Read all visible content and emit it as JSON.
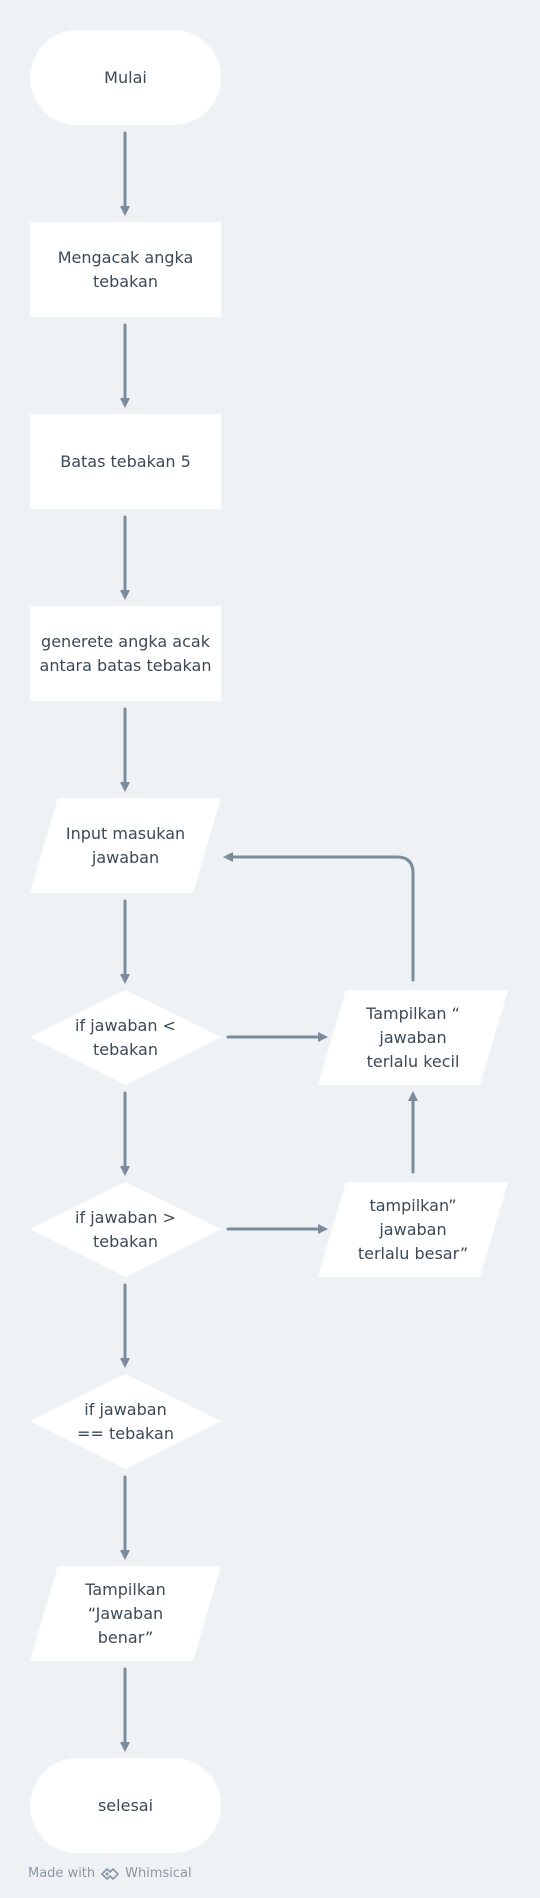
{
  "nodes": {
    "start": "Mulai",
    "shuffle": "Mengacak angka\ntebakan",
    "limit": "Batas tebakan 5",
    "generate": "generete angka acak\nantara batas tebakan",
    "input": "Input masukan\njawaban",
    "if_less": "if jawaban <\ntebakan",
    "if_greater": "if jawaban >\ntebakan",
    "if_equal": "if jawaban\n== tebakan",
    "show_small": "Tampilkan “\njawaban\nterlalu kecil",
    "show_big": "tampilkan”\njawaban\nterlalu besar”",
    "show_correct": "Tampilkan\n“Jawaban\nbenar”",
    "end": "selesai"
  },
  "footer": {
    "made_with": "Made with",
    "brand": "Whimsical"
  },
  "colors": {
    "background": "#eef2f5",
    "node_fill": "#ffffff",
    "arrow": "#7b8d9c",
    "text": "#3b4a58"
  }
}
